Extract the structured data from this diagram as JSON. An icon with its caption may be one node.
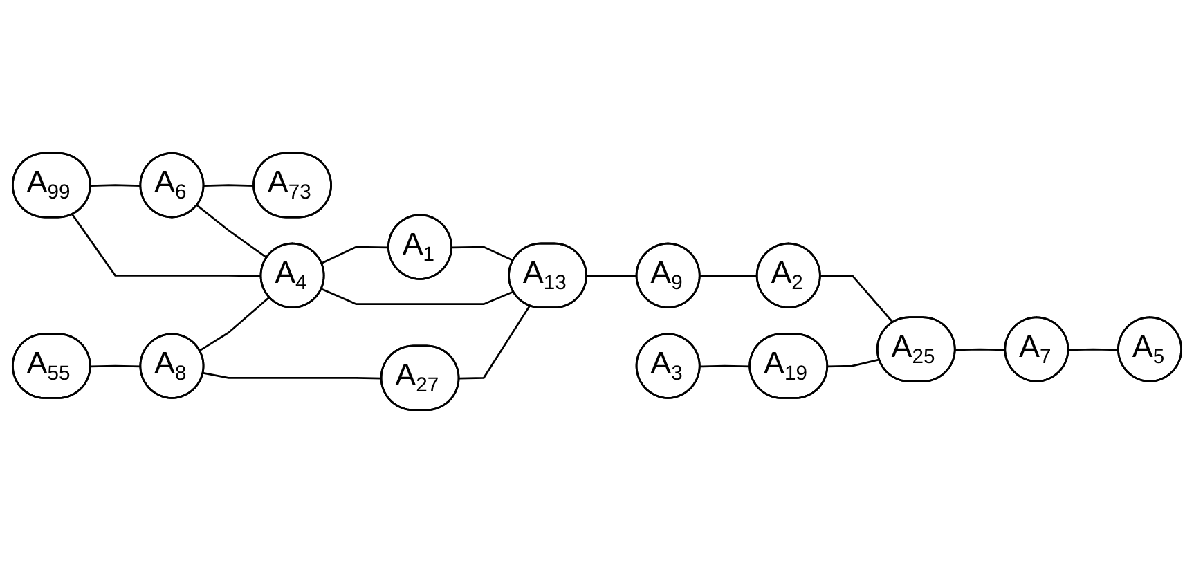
{
  "diagram": {
    "nodes": [
      {
        "text": [
          "A$_{73}$"
        ]
      },
      {
        "text": [
          "A$_{6}$"
        ]
      },
      {
        "text": [
          "A$_{1}$"
        ]
      },
      {
        "text": [
          "A$_{2}$"
        ]
      },
      {
        "text": [
          "A$_{9}$"
        ]
      },
      {
        "text": [
          "A$_{25}$"
        ]
      },
      {
        "text": [
          "A$_{99}$"
        ]
      },
      {
        "text": [
          "A$_{4}$"
        ]
      },
      {
        "text": [
          "A$_{13}$"
        ]
      },
      {
        "text": [
          "A$_{19}$"
        ]
      },
      {
        "text": [
          "A$_{7}$"
        ]
      },
      {
        "text": [
          "A$_{27}$"
        ]
      },
      {
        "text": [
          "A$_{55}$"
        ]
      },
      {
        "text": [
          "A$_{8}$"
        ]
      },
      {
        "text": [
          "A$_{3}$"
        ]
      },
      {
        "text": [
          "A$_{5}$"
        ]
      }
    ],
    "edges": [
      {
        "from": 1,
        "to": 0,
        "arrow": "none"
      },
      {
        "from": 6,
        "to": 1,
        "arrow": "none"
      },
      {
        "from": 1,
        "to": 7,
        "arrow": "none"
      },
      {
        "from": 7,
        "to": 2,
        "arrow": "none"
      },
      {
        "from": 2,
        "to": 8,
        "arrow": "none"
      },
      {
        "from": 6,
        "to": 7,
        "arrow": "none"
      },
      {
        "from": 7,
        "to": 8,
        "arrow": "none"
      },
      {
        "from": 13,
        "to": 7,
        "arrow": "none"
      },
      {
        "from": 11,
        "to": 8,
        "arrow": "none"
      },
      {
        "from": 8,
        "to": 4,
        "arrow": "none"
      },
      {
        "from": 4,
        "to": 3,
        "arrow": "none"
      },
      {
        "from": 3,
        "to": 5,
        "arrow": "none"
      },
      {
        "from": 9,
        "to": 5,
        "arrow": "none"
      },
      {
        "from": 5,
        "to": 10,
        "arrow": "none"
      },
      {
        "from": 14,
        "to": 9,
        "arrow": "none"
      },
      {
        "from": 10,
        "to": 15,
        "arrow": "none"
      },
      {
        "from": 13,
        "to": 11,
        "arrow": "none"
      },
      {
        "from": 12,
        "to": 13,
        "arrow": "none"
      }
    ]
  }
}
